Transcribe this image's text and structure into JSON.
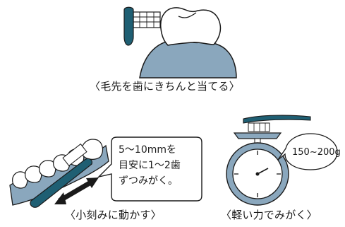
{
  "captions": {
    "top": "〈毛先を歯にきちんと当てる〉",
    "left": "〈小刻みに動かす〉",
    "right": "〈軽い力でみがく〉"
  },
  "bubble": {
    "line1": "5～10mmを",
    "line2": "目安に1～2歯",
    "line3": "ずつみがく。"
  },
  "scale_bubble": {
    "weight": "150~200g"
  },
  "colors": {
    "brush": "#1f5f73",
    "gum": "#8aa7bd",
    "gum_light": "#b9cbd8",
    "outline": "#1a1a1a"
  }
}
